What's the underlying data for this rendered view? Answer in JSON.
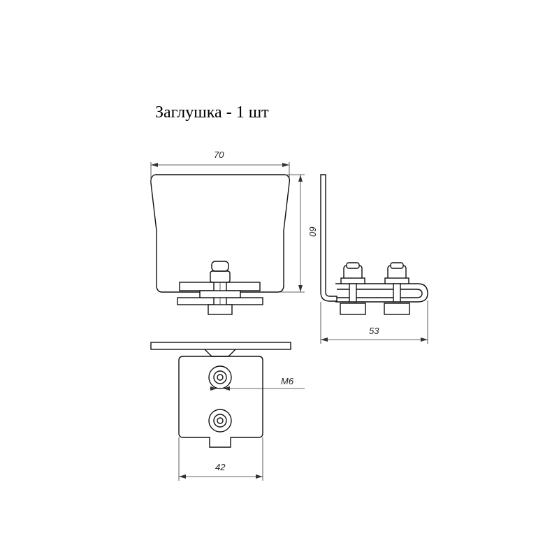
{
  "title": "Заглушка - 1 шт",
  "dimensions": {
    "width_top": "70",
    "height_front": "60",
    "depth_side": "53",
    "width_bottom": "42",
    "thread": "M6"
  },
  "colors": {
    "line": "#111111",
    "background": "#ffffff"
  }
}
